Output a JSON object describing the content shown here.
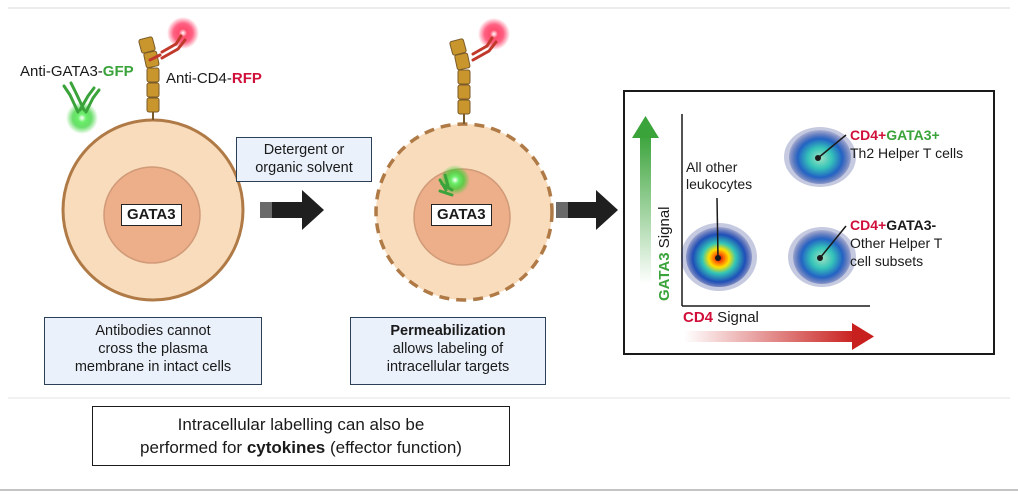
{
  "labels": {
    "anti_gata3_prefix": "Anti-GATA3-",
    "anti_gata3_suffix": "GFP",
    "anti_cd4_prefix": "Anti-CD4-",
    "anti_cd4_suffix": "RFP",
    "gata3_left": "GATA3",
    "gata3_right": "GATA3",
    "detergent_line1": "Detergent or",
    "detergent_line2": "organic solvent"
  },
  "captions": {
    "left_line1": "Antibodies cannot",
    "left_line2": "cross the plasma",
    "left_line3": "membrane in intact cells",
    "mid_bold": "Permeabilization",
    "mid_line2": "allows labeling of",
    "mid_line3": "intracellular targets"
  },
  "plot": {
    "y_axis_prefix": "GATA3",
    "y_axis_suffix": " Signal",
    "x_axis_prefix": "CD4",
    "x_axis_suffix": " Signal",
    "all_other_line1": "All other",
    "all_other_line2": "leukocytes",
    "th2_cd4": "CD4+",
    "th2_gata3": "GATA3+",
    "th2_desc": "Th2 Helper T cells",
    "other_cd4": "CD4+",
    "other_gata3": "GATA3-",
    "other_desc1": "Other Helper T",
    "other_desc2": "cell subsets"
  },
  "note": {
    "line1": "Intracellular labelling can also be",
    "line2_prefix": "performed for ",
    "line2_bold": "cytokines",
    "line2_suffix": " (effector function)"
  },
  "colors": {
    "cell_outer": "#f8dcbc",
    "cell_border": "#b07a46",
    "nucleus": "#edaf8a",
    "gfp_green": "#3aa33a",
    "rfp_red": "#d0103a",
    "antibody_gold": "#c8962c",
    "caption_fill": "#eaf1fb"
  }
}
